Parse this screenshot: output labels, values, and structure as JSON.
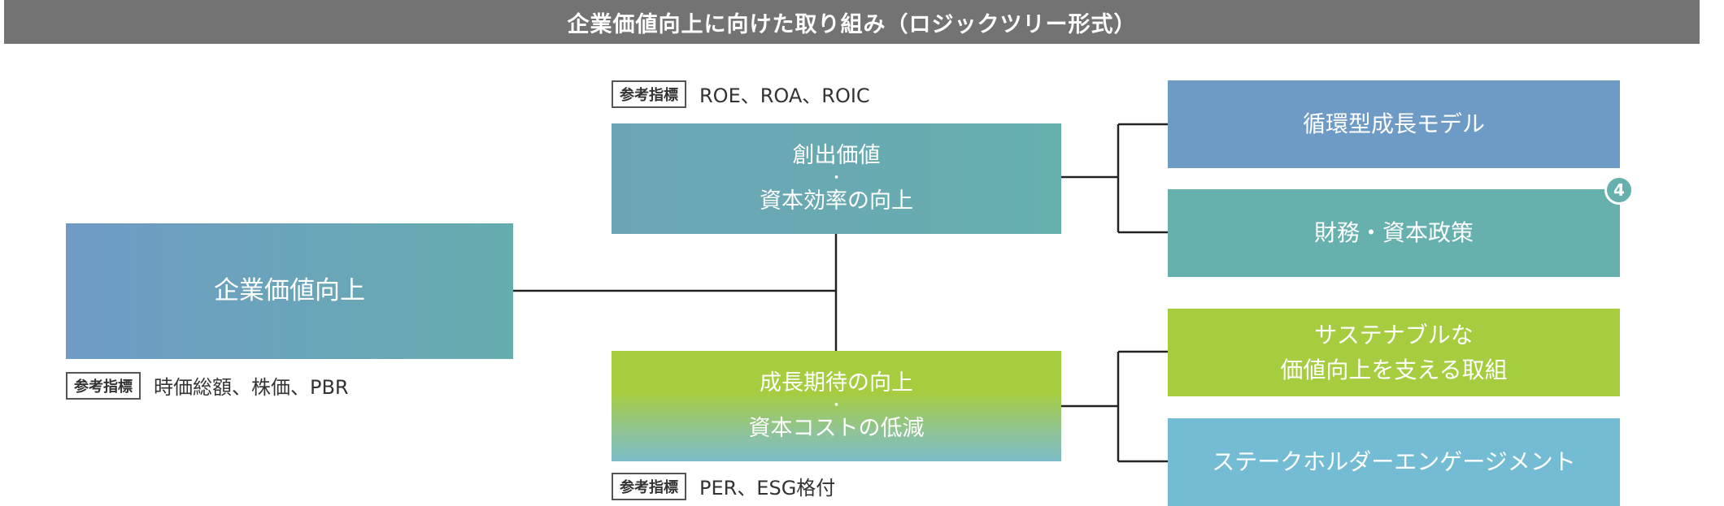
{
  "title": "企業価値向上に向けた取り組み（ロジックツリー形式）",
  "root": {
    "label": "企業価値向上"
  },
  "root_ref": {
    "tag": "参考指標",
    "text": "時価総額、株価、PBR"
  },
  "branch_upper": {
    "line1": "創出価値",
    "dot": "・",
    "line2": "資本効率の向上",
    "ref": {
      "tag": "参考指標",
      "text": "ROE、ROA、ROIC"
    }
  },
  "branch_lower": {
    "line1": "成長期待の向上",
    "dot": "・",
    "line2": "資本コストの低減",
    "ref": {
      "tag": "参考指標",
      "text": "PER、ESG格付"
    }
  },
  "leaves": [
    {
      "lines": [
        "循環型成長モデル"
      ]
    },
    {
      "lines": [
        "財務・資本政策"
      ]
    },
    {
      "lines": [
        "サステナブルな",
        "価値向上を支える取組"
      ]
    },
    {
      "lines": [
        "ステークホルダーエンゲージメント"
      ]
    }
  ],
  "badge": "4",
  "colors": {
    "title_bg": "#737373",
    "blue": "#6e9bc6",
    "teal": "#66b0ad",
    "green": "#a6cd3f",
    "sky": "#74bcd4",
    "line": "#222222"
  }
}
